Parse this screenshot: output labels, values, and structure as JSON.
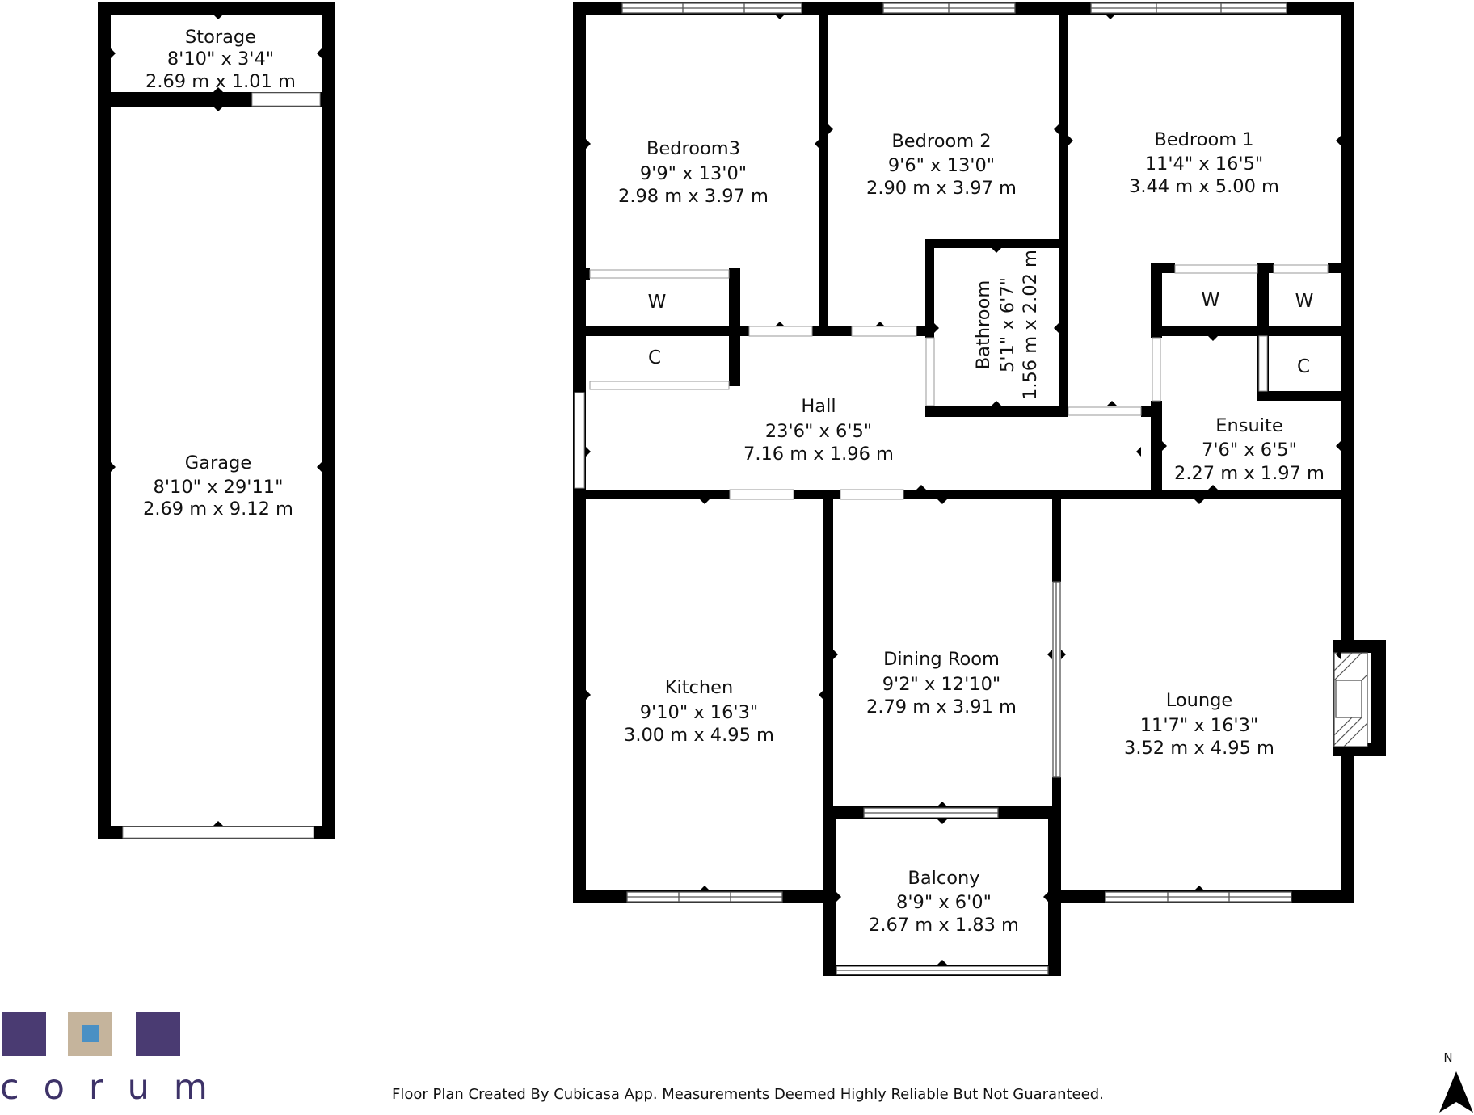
{
  "rooms": {
    "storage": {
      "name": "Storage",
      "imperial": "8'10\" x 3'4\"",
      "metric": "2.69 m x 1.01 m"
    },
    "garage": {
      "name": "Garage",
      "imperial": "8'10\" x 29'11\"",
      "metric": "2.69 m x 9.12 m"
    },
    "bedroom3": {
      "name": "Bedroom3",
      "imperial": "9'9\" x 13'0\"",
      "metric": "2.98 m x 3.97 m"
    },
    "bedroom2": {
      "name": "Bedroom 2",
      "imperial": "9'6\" x 13'0\"",
      "metric": "2.90 m x 3.97 m"
    },
    "bedroom1": {
      "name": "Bedroom 1",
      "imperial": "11'4\" x 16'5\"",
      "metric": "3.44 m x 5.00 m"
    },
    "bathroom": {
      "name": "Bathroom",
      "imperial": "5'1\" x 6'7\"",
      "metric": "1.56 m x 2.02 m"
    },
    "hall": {
      "name": "Hall",
      "imperial": "23'6\" x 6'5\"",
      "metric": "7.16 m x 1.96 m"
    },
    "ensuite": {
      "name": "Ensuite",
      "imperial": "7'6\" x 6'5\"",
      "metric": "2.27 m x 1.97 m"
    },
    "kitchen": {
      "name": "Kitchen",
      "imperial": "9'10\" x 16'3\"",
      "metric": "3.00 m x 4.95 m"
    },
    "dining": {
      "name": "Dining Room",
      "imperial": "9'2\" x 12'10\"",
      "metric": "2.79 m x 3.91 m"
    },
    "lounge": {
      "name": "Lounge",
      "imperial": "11'7\" x 16'3\"",
      "metric": "3.52 m x 4.95 m"
    },
    "balcony": {
      "name": "Balcony",
      "imperial": "8'9\" x 6'0\"",
      "metric": "2.67 m x 1.83 m"
    }
  },
  "closets": {
    "wardrobe": "W",
    "cupboard": "C"
  },
  "brand": {
    "name": "corum",
    "colors": {
      "purple": "#4a3b72",
      "tan": "#c5b49c",
      "blue": "#4a90c4"
    }
  },
  "footer": "Floor Plan Created By Cubicasa App. Measurements Deemed Highly Reliable But Not Guaranteed.",
  "compass": {
    "label": "N",
    "icon": "north-arrow-icon"
  }
}
